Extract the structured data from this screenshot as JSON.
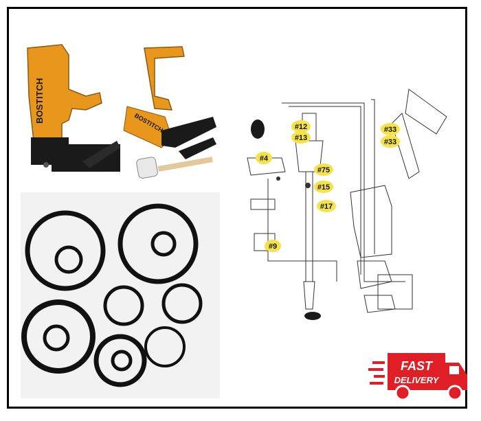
{
  "product": {
    "brand_label": "BOSTITCH",
    "part_labels": [
      "#12",
      "#13",
      "#4",
      "#75",
      "#15",
      "#17",
      "#9",
      "#33",
      "#33"
    ]
  },
  "delivery_badge": {
    "line1": "FAST",
    "line2": "DELIVERY",
    "color": "#e01e25"
  },
  "colors": {
    "tool_orange": "#e8961c",
    "tool_black": "#1a1a1a",
    "label_yellow": "#f5e34a"
  }
}
